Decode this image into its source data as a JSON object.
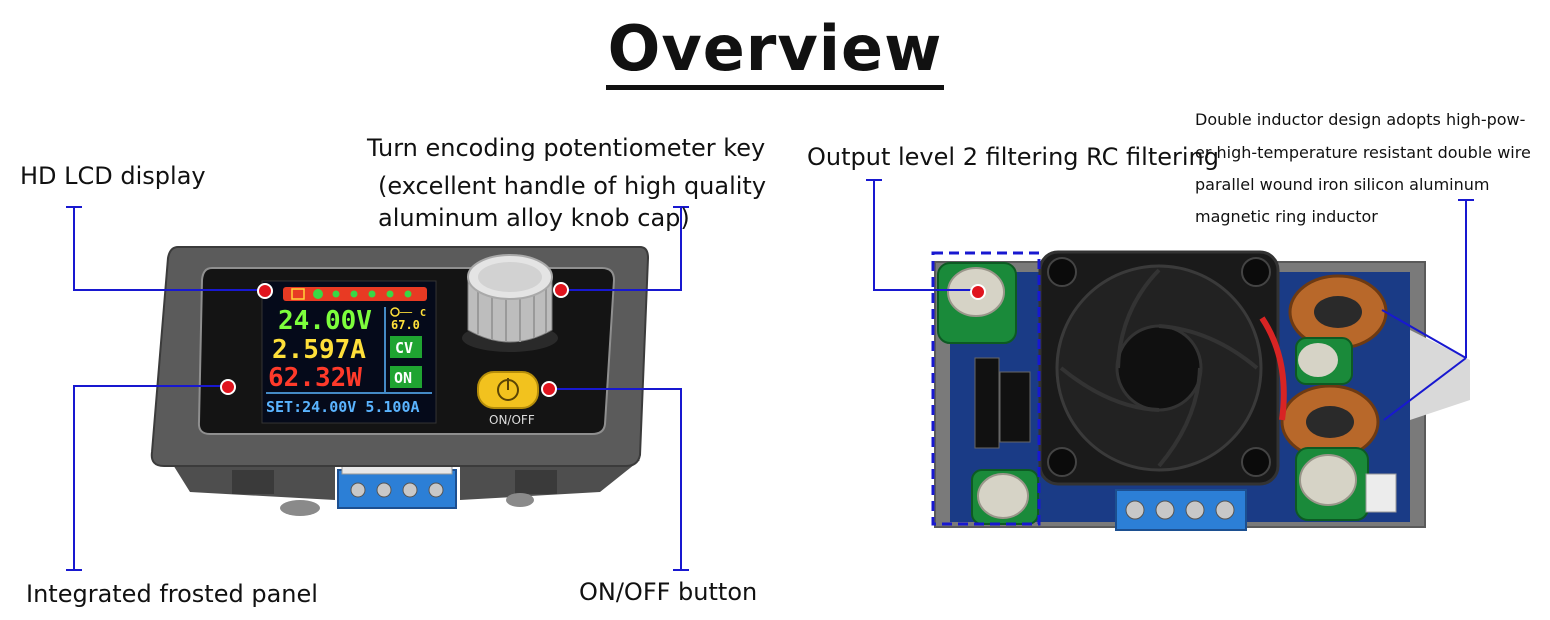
{
  "title": "Overview",
  "labels": {
    "lcd": "HD LCD display",
    "knob_line1": "Turn encoding potentiometer key",
    "knob_line2": "(excellent handle of high quality",
    "knob_line3": "aluminum alloy knob cap)",
    "panel": "Integrated frosted panel",
    "onoff": "ON/OFF button",
    "filter": "Output level 2 filtering RC filtering",
    "inductor_line1": "Double inductor design adopts high-pow-",
    "inductor_line2": "er high-temperature resistant double wire",
    "inductor_line3": "parallel wound iron silicon aluminum",
    "inductor_line4": "magnetic ring inductor"
  },
  "display": {
    "voltage": "24.00V",
    "current": "2.597A",
    "power": "62.32W",
    "temp": "67.0",
    "temp_unit": "C",
    "mode": "CV",
    "state": "ON",
    "set_line": "SET:24.00V 5.100A",
    "button_label": "ON/OFF"
  },
  "colors": {
    "voltage": "#7dff3c",
    "current": "#ffe03a",
    "power": "#ff3a2a",
    "set_line": "#5ab4ff",
    "badge": "#1fa431",
    "callout_line": "#1818d0",
    "marker": "#e0141e"
  }
}
